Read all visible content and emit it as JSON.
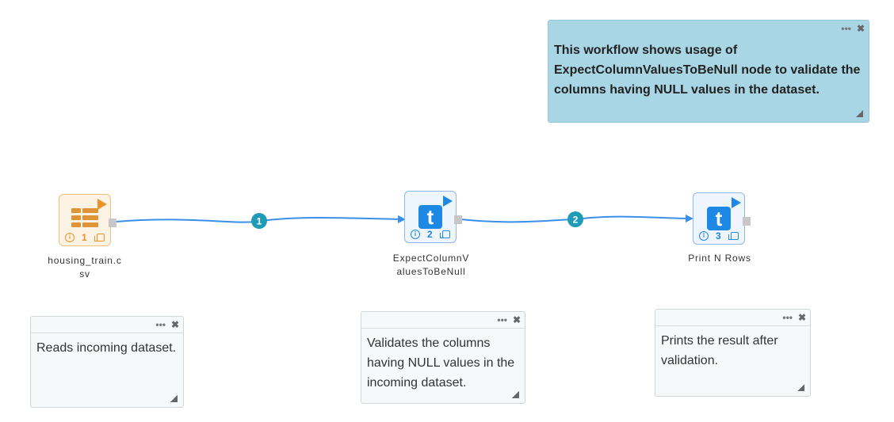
{
  "workflow_note": {
    "text": "This workflow shows usage of ExpectColumnValuesToBeNull node to validate the columns having NULL values in the dataset.",
    "dots": "•••",
    "close": "✖"
  },
  "nodes": [
    {
      "label": "housing_train.csv",
      "number": "1",
      "icon": "csv-table-icon"
    },
    {
      "label": "ExpectColumnValuesToBeNull",
      "number": "2",
      "icon": "t-icon"
    },
    {
      "label": "Print N Rows",
      "number": "3",
      "icon": "t-icon"
    }
  ],
  "edges": [
    {
      "label": "1",
      "from": "housing_train.csv",
      "to": "ExpectColumnValuesToBeNull"
    },
    {
      "label": "2",
      "from": "ExpectColumnValuesToBeNull",
      "to": "Print N Rows"
    }
  ],
  "notes": [
    {
      "text": "Reads incoming dataset."
    },
    {
      "text": "Validates the columns having NULL values in the incoming dataset."
    },
    {
      "text": "Prints the result after validation."
    }
  ],
  "colors": {
    "accent": "#1e88e5",
    "csv": "#e9932a",
    "edge": "#3a8fe8",
    "edge_badge": "#1f9bb5",
    "workflow_note_bg": "#a9d6e5"
  }
}
